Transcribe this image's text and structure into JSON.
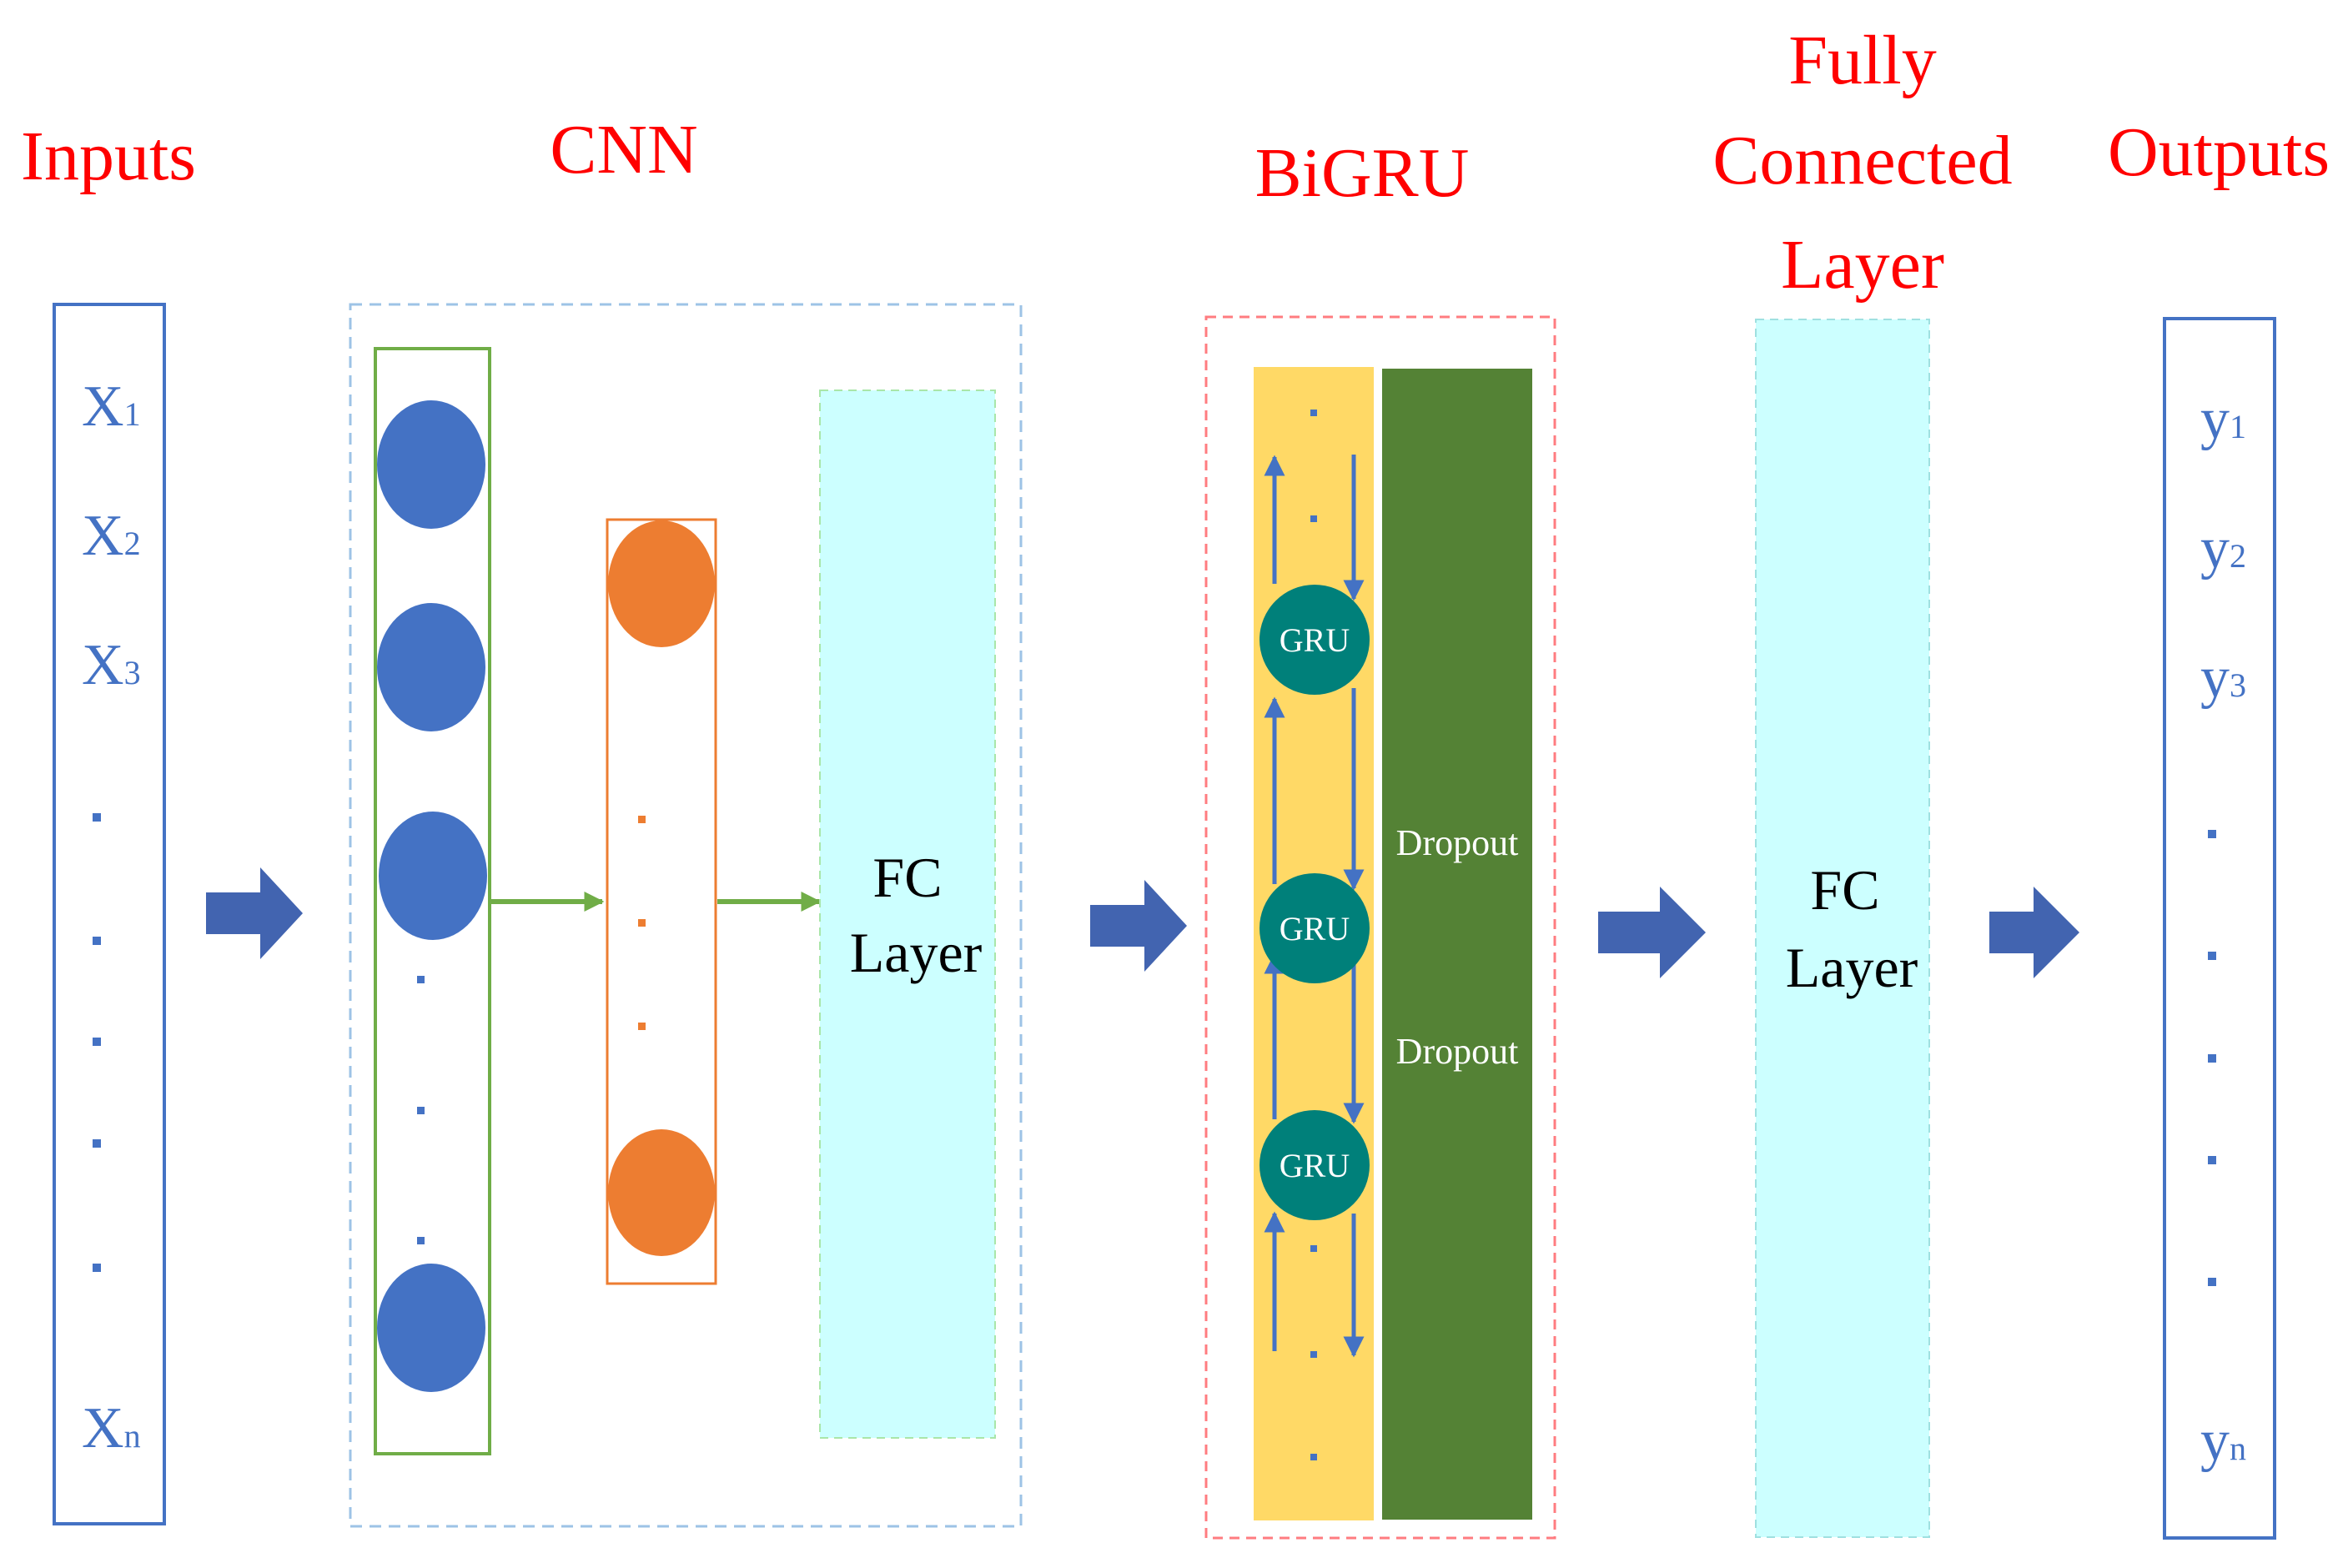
{
  "titles": {
    "inputs": "Inputs",
    "cnn": "CNN",
    "bigru": "BiGRU",
    "fc_line1": "Fully",
    "fc_line2": "Connected",
    "fc_line3": "Layer",
    "outputs": "Outputs"
  },
  "inputs": {
    "x1": {
      "base": "X",
      "sub": "1"
    },
    "x2": {
      "base": "X",
      "sub": "2"
    },
    "x3": {
      "base": "X",
      "sub": "3"
    },
    "xn": {
      "base": "X",
      "sub": "n"
    }
  },
  "outputs": {
    "y1": {
      "base": "y",
      "sub": "1"
    },
    "y2": {
      "base": "y",
      "sub": "2"
    },
    "y3": {
      "base": "y",
      "sub": "3"
    },
    "yn": {
      "base": "y",
      "sub": "n"
    }
  },
  "cnn_fc": {
    "line1": "FC",
    "line2": "Layer"
  },
  "fc_block": {
    "line1": "FC",
    "line2": "Layer"
  },
  "gru": {
    "unit1": "GRU",
    "unit2": "GRU",
    "unit3": "GRU"
  },
  "dropout": {
    "label1": "Dropout",
    "label2": "Dropout"
  },
  "colors": {
    "title": "#ff0000",
    "blue_box": "#4472c4",
    "blue_node": "#4472c4",
    "orange_node": "#ed7d31",
    "green_border": "#70ad47",
    "cyan_fill": "#ccffff",
    "yellow_fill": "#ffd966",
    "dark_green": "#548235",
    "teal": "#00807a",
    "dashed_blue": "#9dc3e6",
    "dashed_red": "#ff7c80",
    "arrow_fill": "#4264b0"
  }
}
